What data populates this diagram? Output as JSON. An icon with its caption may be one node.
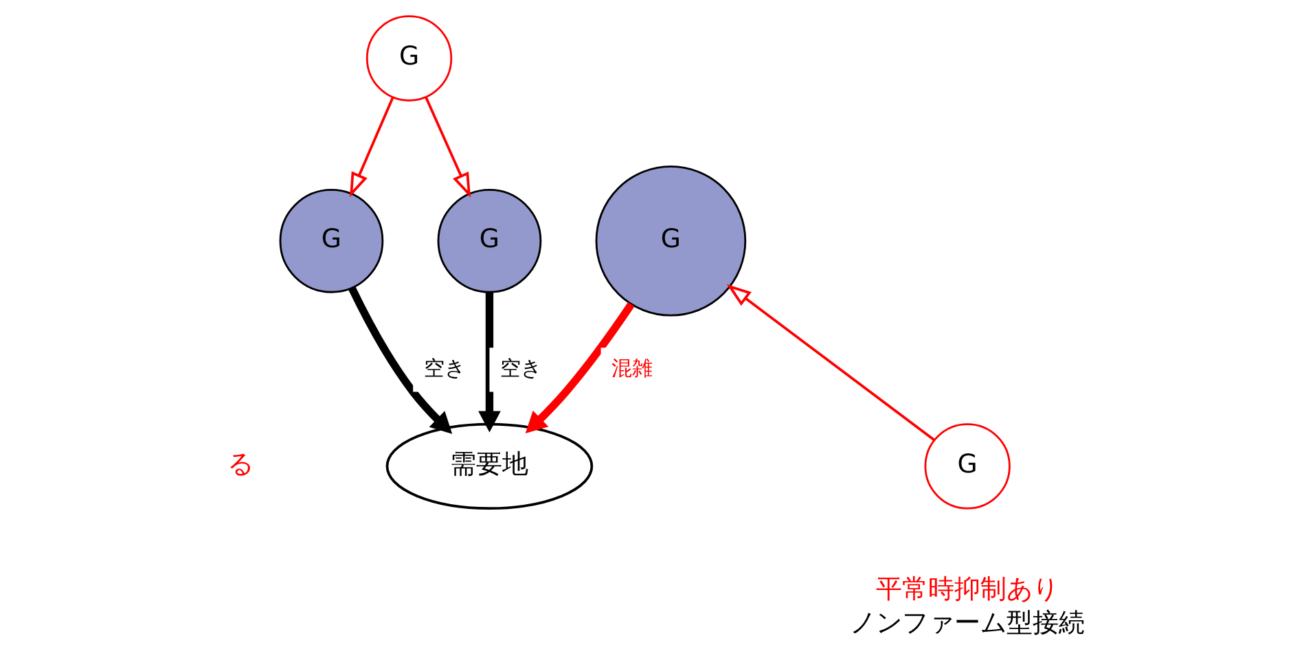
{
  "diagram": {
    "nodes": [
      {
        "text": [
          "G"
        ]
      },
      {
        "text": [
          "G"
        ]
      },
      {
        "text": [
          "G"
        ]
      },
      {
        "text": [
          "G"
        ]
      },
      {
        "text": [
          "G"
        ],
        "beside": [
          "平常時抑制あり",
          "ノンファーム型接続"
        ]
      },
      {
        "text": [
          "需要地"
        ]
      }
    ],
    "edges": [
      {
        "from": 0,
        "to": 1,
        "arrow": "to",
        "color": "#ff0000"
      },
      {
        "from": 0,
        "to": 2,
        "arrow": "to",
        "color": "#ff0000"
      },
      {
        "from": 1,
        "to": 5,
        "arrow": "to",
        "style": "thick",
        "color": "#000000",
        "label": "空き"
      },
      {
        "from": 2,
        "to": 5,
        "arrow": "to",
        "style": "thick",
        "color": "#000000",
        "label": "空き"
      },
      {
        "from": 3,
        "to": 5,
        "arrow": "to",
        "style": "thick",
        "color": "#ff0000",
        "label": "混雑"
      },
      {
        "from": 4,
        "to": 3,
        "arrow": "to",
        "color": "#ff0000"
      }
    ],
    "labels": [
      "る"
    ]
  }
}
